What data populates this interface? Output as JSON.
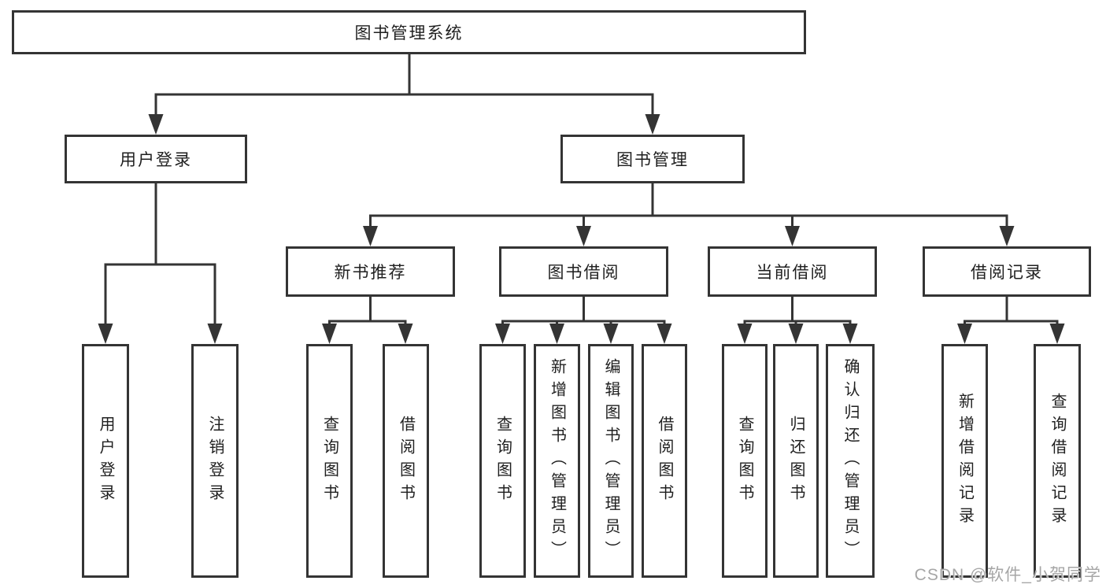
{
  "diagram": {
    "title": "图书管理系统",
    "level2": {
      "user_login": "用户登录",
      "book_management": "图书管理"
    },
    "level3": {
      "new_book_recommend": "新书推荐",
      "book_borrow": "图书借阅",
      "current_borrow": "当前借阅",
      "borrow_records": "借阅记录"
    },
    "leaves": {
      "user_login": [
        "用户登录",
        "注销登录"
      ],
      "new_book_recommend": [
        "查询图书",
        "借阅图书"
      ],
      "book_borrow": [
        "查询图书",
        "新增图书（管理员）",
        "编辑图书（管理员）",
        "借阅图书"
      ],
      "current_borrow": [
        "查询图书",
        "归还图书",
        "确认归还（管理员）"
      ],
      "borrow_records": [
        "新增借阅记录",
        "查询借阅记录"
      ]
    }
  },
  "watermark": "CSDN @软件_小贺同学",
  "colors": {
    "line": "#343434",
    "text": "#1f1f1f",
    "watermark": "#a6a6a6",
    "background": "#ffffff"
  }
}
